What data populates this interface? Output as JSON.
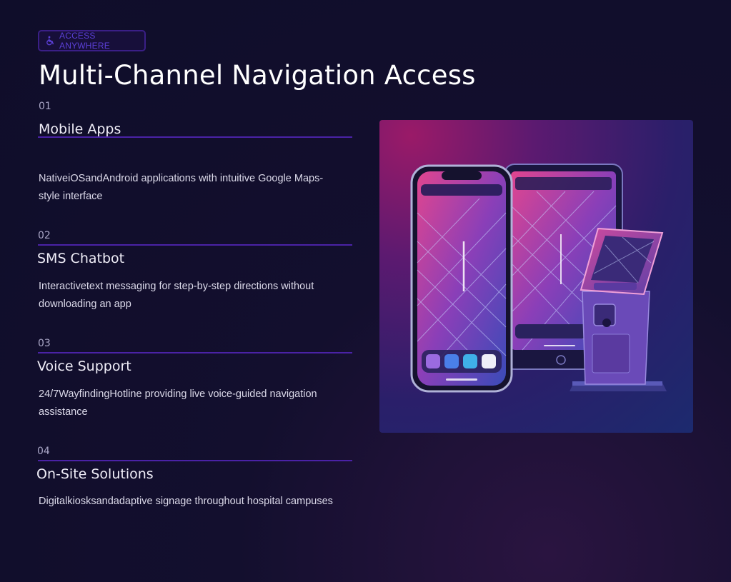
{
  "badge": {
    "text": "ACCESS ANYWHERE",
    "icon": "wheelchair-icon"
  },
  "title": "Multi-Channel Navigation Access",
  "sections": [
    {
      "number": "01",
      "heading": "Mobile Apps",
      "description": "NativeiOSandAndroid applications with intuitive Google Maps-style interface"
    },
    {
      "number": "02",
      "heading": "SMS Chatbot",
      "description": "Interactivetext messaging for step-by-step directions without downloading an app"
    },
    {
      "number": "03",
      "heading": "Voice Support",
      "description": "24/7WayfindingHotline providing live voice-guided navigation assistance"
    },
    {
      "number": "04",
      "heading": "On-Site Solutions",
      "description": "Digitalkiosksandadaptive signage throughout hospital campuses"
    }
  ],
  "colors": {
    "background": "#0f0d2a",
    "accent": "#4a22a6",
    "badge_text": "#5b3fd6"
  }
}
